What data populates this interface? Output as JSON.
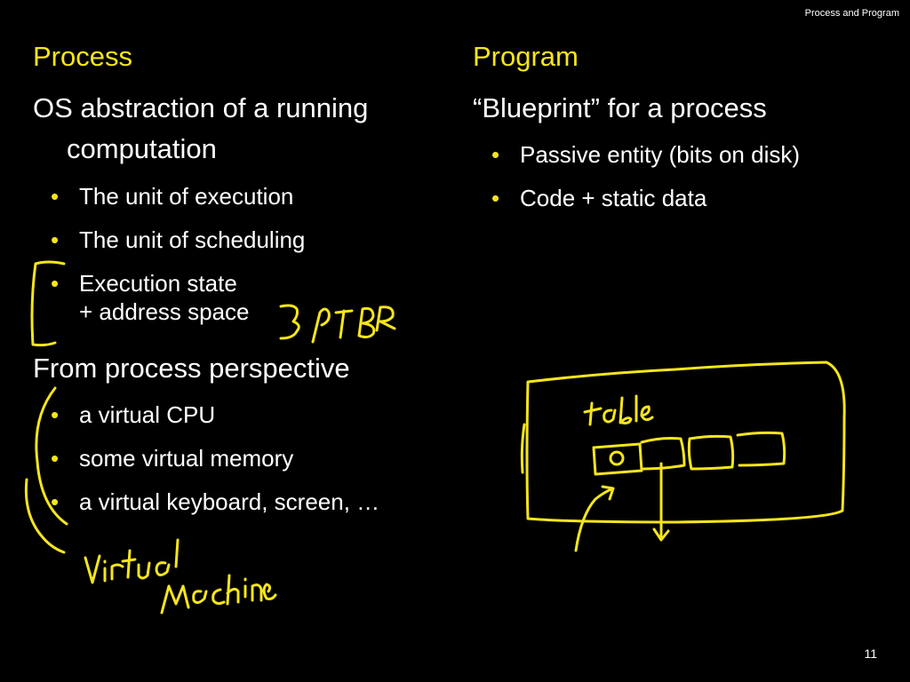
{
  "header": {
    "title": "Process and Program"
  },
  "left": {
    "title": "Process",
    "main1_line1": "OS abstraction of a running",
    "main1_line2": "computation",
    "bullets1": [
      {
        "text": "The unit of execution"
      },
      {
        "text": "The unit of scheduling"
      },
      {
        "text": "Execution state",
        "text2": "+ address space"
      }
    ],
    "main2": "From process perspective",
    "bullets2": [
      {
        "text": "a virtual CPU"
      },
      {
        "text": "some virtual memory"
      },
      {
        "text": "a virtual keyboard, screen, …"
      }
    ]
  },
  "right": {
    "title": "Program",
    "main": "“Blueprint” for a process",
    "bullets": [
      {
        "text": "Passive entity (bits on disk)"
      },
      {
        "text": "Code + static data"
      }
    ]
  },
  "annotations": {
    "ptbr": "PTBR",
    "table": "table",
    "virtual": "Virtual",
    "machine": "Machine"
  },
  "footer": {
    "page_number": "11"
  },
  "colors": {
    "background": "#000000",
    "title": "#f5e51c",
    "text": "#ffffff",
    "ink": "#f5e51c"
  }
}
